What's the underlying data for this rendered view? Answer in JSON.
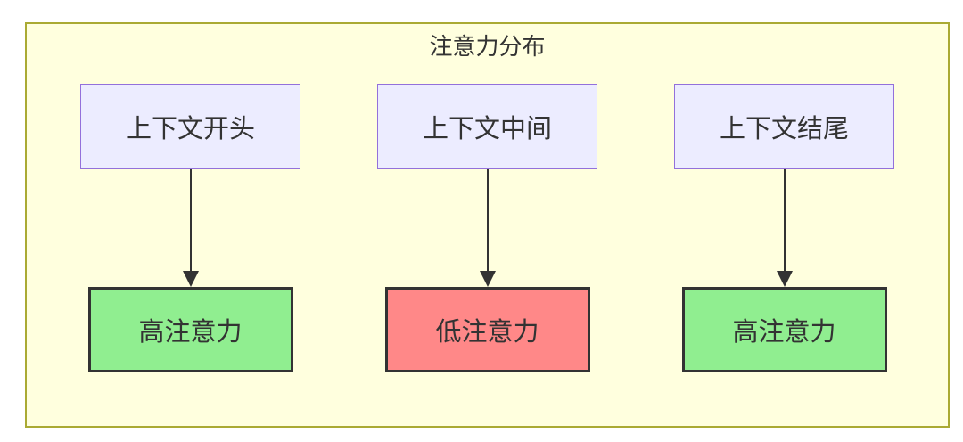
{
  "diagram": {
    "title": "注意力分布",
    "columns": [
      {
        "source": "上下文开头",
        "target": "高注意力",
        "level": "high"
      },
      {
        "source": "上下文中间",
        "target": "低注意力",
        "level": "low"
      },
      {
        "source": "上下文结尾",
        "target": "高注意力",
        "level": "high"
      }
    ],
    "colors": {
      "container_fill": "#FFFFDE",
      "container_stroke": "#AAAA33",
      "context_fill": "#ECECFF",
      "context_stroke": "#9370DB",
      "high_fill": "#90EE90",
      "low_fill": "#FF8888",
      "attention_stroke": "#333333",
      "arrow": "#333333",
      "text": "#333333"
    }
  }
}
